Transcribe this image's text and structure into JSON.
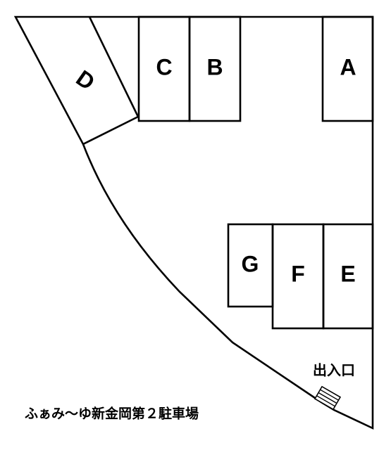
{
  "lot": {
    "name": "ふぁみ〜ゆ新金岡第２駐車場",
    "entrance_label": "出入口",
    "spots": [
      {
        "id": "A",
        "label": "A"
      },
      {
        "id": "B",
        "label": "B"
      },
      {
        "id": "C",
        "label": "C"
      },
      {
        "id": "D",
        "label": "D"
      },
      {
        "id": "E",
        "label": "E"
      },
      {
        "id": "F",
        "label": "F"
      },
      {
        "id": "G",
        "label": "G"
      }
    ]
  },
  "colors": {
    "line": "#000000",
    "background": "#ffffff"
  },
  "icons": {
    "entrance": "entrance-steps-icon"
  }
}
